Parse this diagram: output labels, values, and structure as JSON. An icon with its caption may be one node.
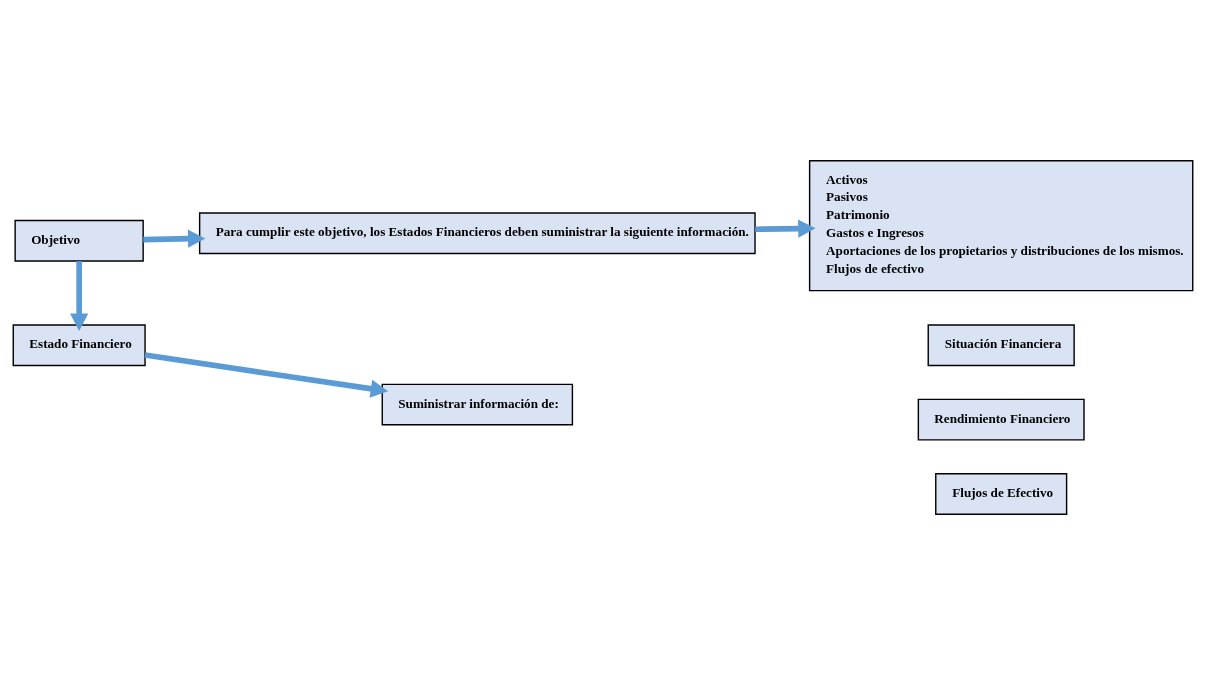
{
  "diagram": {
    "nodes": [
      {
        "text": [
          "Objetivo"
        ]
      },
      {
        "text": [
          "Para cumplir este objetivo, los Estados Financieros deben suministrar la siguiente información."
        ]
      },
      {
        "text": [
          "Activos",
          "Pasivos",
          "Patrimonio",
          "Gastos e Ingresos",
          "Aportaciones de los propietarios y distribuciones de los mismos.",
          "Flujos de efectivo"
        ]
      },
      {
        "text": [
          "Estado Financiero"
        ]
      },
      {
        "text": [
          "Suministrar información de:"
        ]
      },
      {
        "text": [
          "Situación Financiera"
        ]
      },
      {
        "text": [
          "Rendimiento Financiero"
        ]
      },
      {
        "text": [
          "Flujos de Efectivo"
        ]
      }
    ],
    "edges": [
      {
        "from": 0,
        "to": 1,
        "arrow": "to"
      },
      {
        "from": 1,
        "to": 2,
        "arrow": "to"
      },
      {
        "from": 0,
        "to": 3,
        "arrow": "to"
      },
      {
        "from": 3,
        "to": 4,
        "arrow": "to"
      }
    ]
  }
}
